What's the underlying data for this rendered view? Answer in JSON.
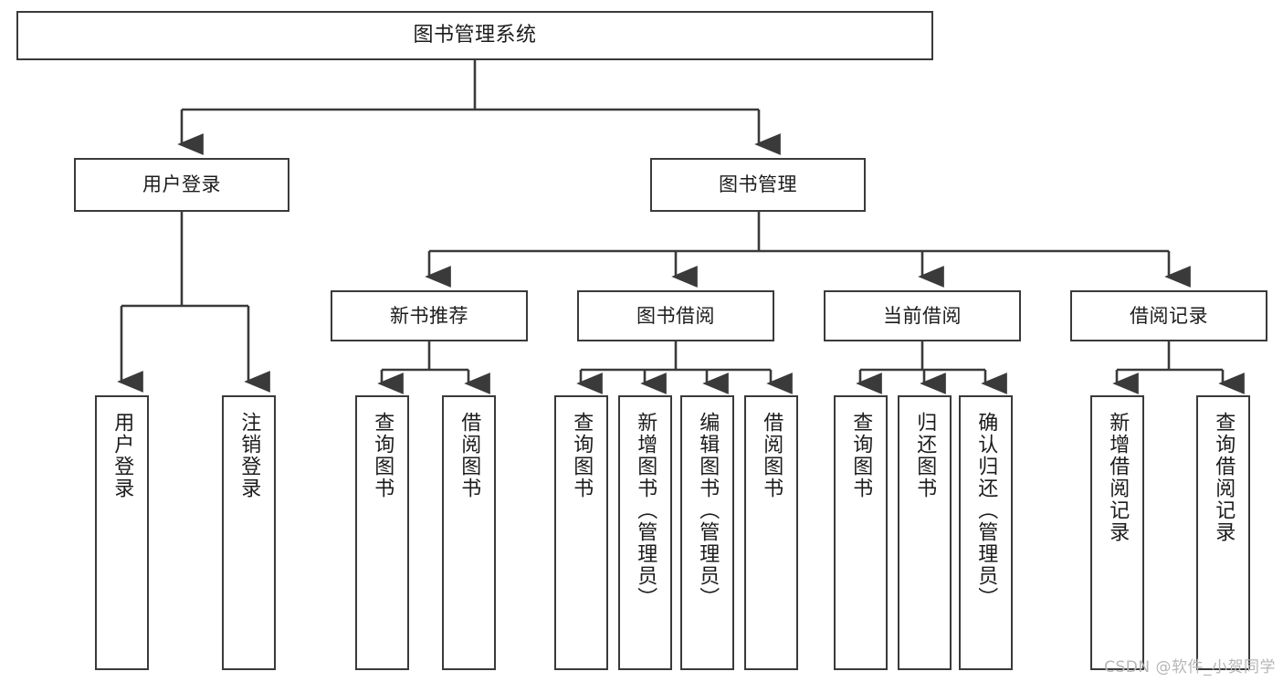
{
  "diagram": {
    "title": "图书管理系统",
    "type": "hierarchy-tree",
    "colors": {
      "background": "#ffffff",
      "node_fill": "#ffffff",
      "node_border": "#3a3a3a",
      "edge": "#3a3a3a",
      "text": "#1c1c1c",
      "watermark": "#b6b6b6"
    },
    "levels": {
      "root": {
        "label": "图书管理系统"
      },
      "level2": [
        {
          "label": "用户登录"
        },
        {
          "label": "图书管理"
        }
      ],
      "level3": [
        {
          "label": "新书推荐"
        },
        {
          "label": "图书借阅"
        },
        {
          "label": "当前借阅"
        },
        {
          "label": "借阅记录"
        }
      ],
      "leaves": {
        "user_login": [
          {
            "label": "用户登录"
          },
          {
            "label": "注销登录"
          }
        ],
        "new_book_recommend": [
          {
            "label": "查询图书"
          },
          {
            "label": "借阅图书"
          }
        ],
        "book_borrow": [
          {
            "label": "查询图书"
          },
          {
            "label": "新增图书（管理员）"
          },
          {
            "label": "编辑图书（管理员）"
          },
          {
            "label": "借阅图书"
          }
        ],
        "current_borrow": [
          {
            "label": "查询图书"
          },
          {
            "label": "归还图书"
          },
          {
            "label": "确认归还（管理员）"
          }
        ],
        "borrow_record": [
          {
            "label": "新增借阅记录"
          },
          {
            "label": "查询借阅记录"
          }
        ]
      }
    }
  },
  "watermark": {
    "text": "CSDN @软件_小贺同学"
  }
}
